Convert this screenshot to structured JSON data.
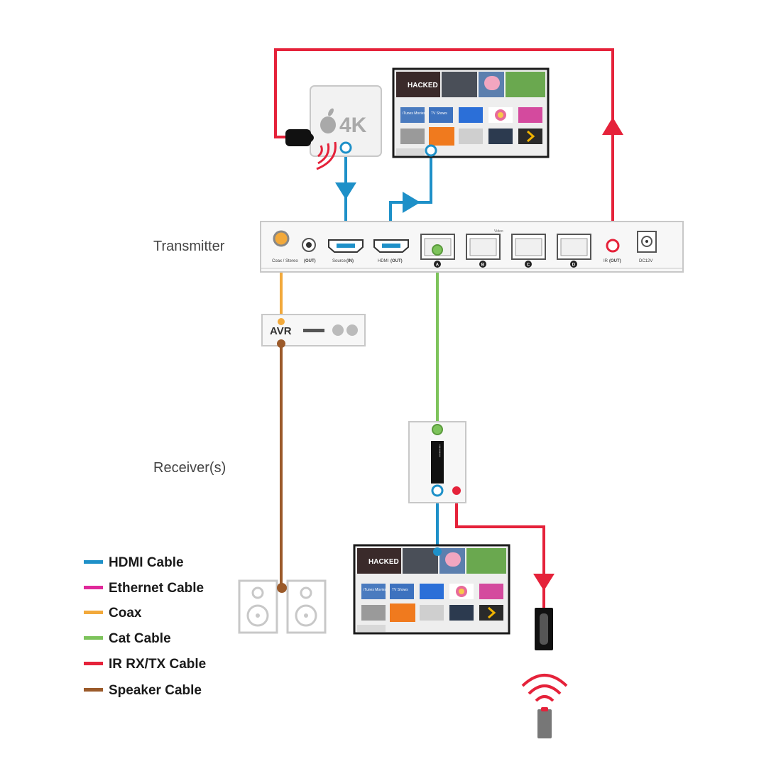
{
  "labels": {
    "transmitter": "Transmitter",
    "receivers": "Receiver(s)"
  },
  "legend": [
    {
      "label": "HDMI Cable",
      "color": "#1e90c8"
    },
    {
      "label": "Ethernet Cable",
      "color": "#e0289a"
    },
    {
      "label": "Coax",
      "color": "#f2a93b"
    },
    {
      "label": "Cat Cable",
      "color": "#7dc35b"
    },
    {
      "label": "IR RX/TX Cable",
      "color": "#e5223a"
    },
    {
      "label": "Speaker Cable",
      "color": "#9b5a2a"
    }
  ],
  "transmitter": {
    "top_label": "Video",
    "ports": {
      "coax": "Coax / Stereo",
      "coax_out": "(OUT)",
      "source": "Source",
      "source_in": "(IN)",
      "hdmi": "HDMI",
      "hdmi_out": "(OUT)",
      "ir": "IR",
      "ir_out": "(OUT)",
      "dc": "DC12V"
    },
    "cat_ports": [
      "A",
      "B",
      "C",
      "D"
    ]
  },
  "source_device": {
    "logo_text": "4K"
  },
  "avr": {
    "label": "AVR"
  },
  "tv_tiles": {
    "hacked": "HACKED",
    "movies": "iTunes Movies",
    "shows": "TV Shows"
  },
  "colors": {
    "hdmi": "#1e90c8",
    "ir": "#e5223a",
    "coax": "#f2a93b",
    "cat": "#7dc35b",
    "speaker": "#9b5a2a",
    "device_stroke": "#c8c8c8"
  }
}
